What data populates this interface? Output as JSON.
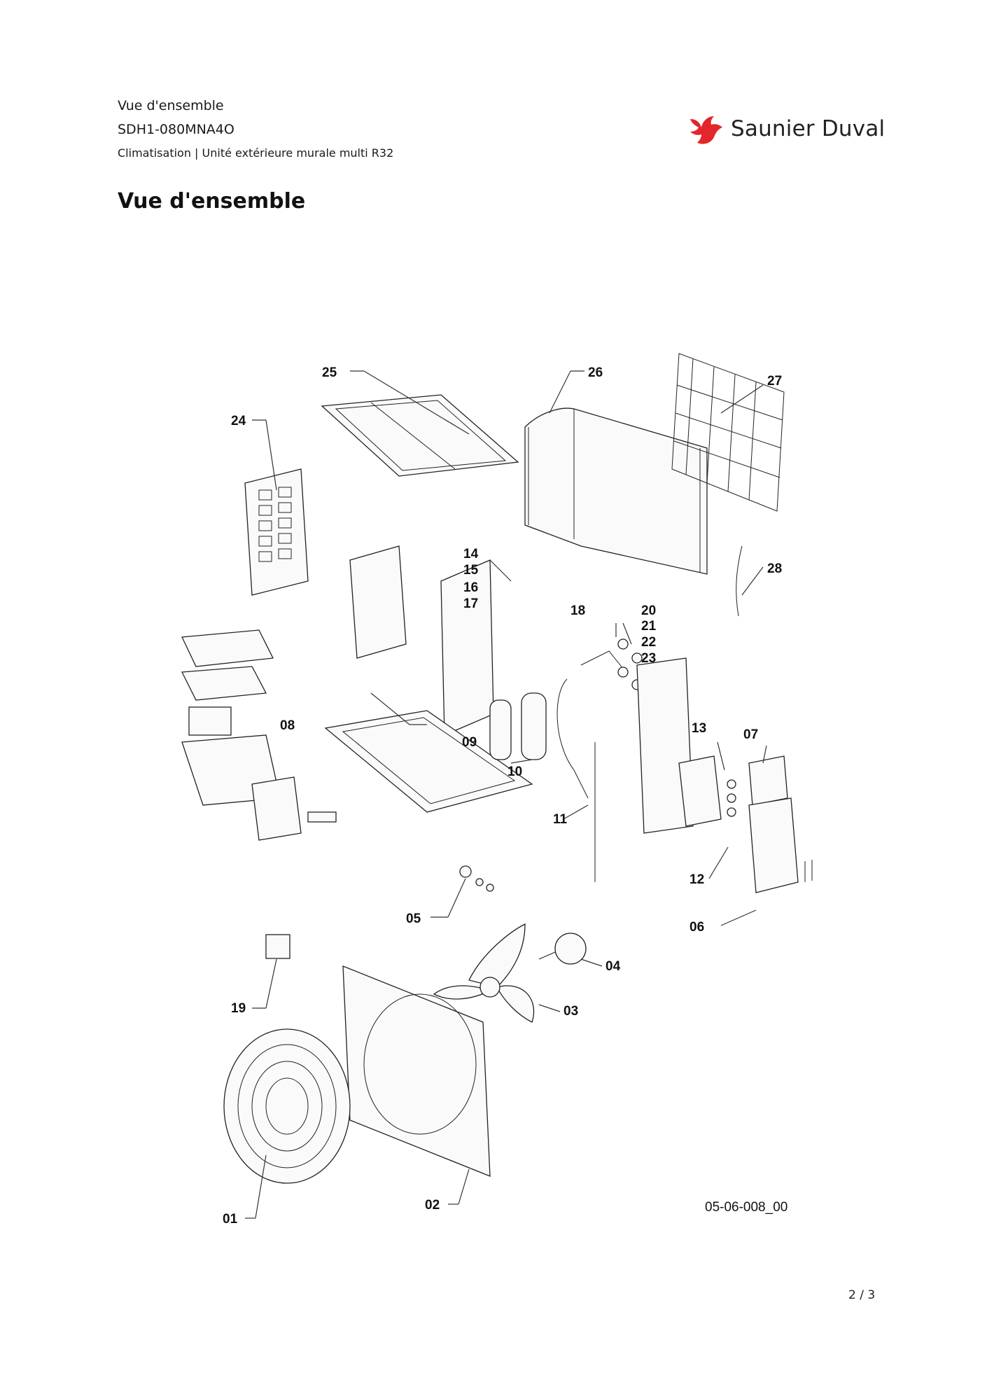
{
  "header": {
    "section": "Vue d'ensemble",
    "model": "SDH1-080MNA4O",
    "category": "Climatisation | Unité extérieure murale multi R32"
  },
  "brand": {
    "name": "Saunier Duval",
    "logo_icon": "bird-icon",
    "color": "#e3262b"
  },
  "page_title": "Vue d'ensemble",
  "diagram": {
    "drawing_code": "05-06-008_00",
    "callouts": [
      "01",
      "02",
      "03",
      "04",
      "05",
      "06",
      "07",
      "08",
      "09",
      "10",
      "11",
      "12",
      "13",
      "14",
      "15",
      "16",
      "17",
      "18",
      "19",
      "20",
      "21",
      "22",
      "23",
      "24",
      "25",
      "26",
      "27",
      "28"
    ]
  },
  "footer": {
    "page": "2 / 3"
  }
}
